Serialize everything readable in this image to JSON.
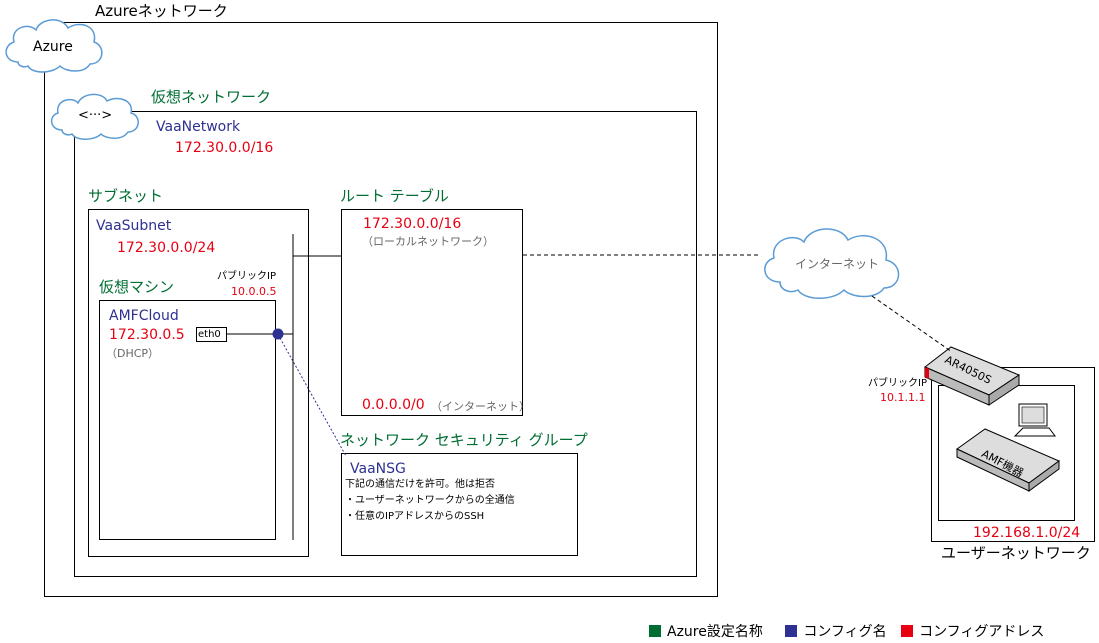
{
  "azure_network": {
    "title": "Azureネットワーク",
    "cloud_label": "Azure"
  },
  "vnet": {
    "heading": "仮想ネットワーク",
    "icon_text": "<···>",
    "name": "VaaNetwork",
    "address": "172.30.0.0/16"
  },
  "subnet": {
    "heading": "サブネット",
    "name": "VaaSubnet",
    "address": "172.30.0.0/24"
  },
  "vm": {
    "heading": "仮想マシン",
    "name": "AMFCloud",
    "address": "172.30.0.5",
    "note": "（DHCP）",
    "nic": "eth0",
    "public_ip_label": "パブリックIP",
    "public_ip": "10.0.0.5"
  },
  "route_table": {
    "heading": "ルート テーブル",
    "route1_prefix": "172.30.0.0/16",
    "route1_note": "（ローカルネットワーク）",
    "route2_prefix": "0.0.0.0/0",
    "route2_note": "（インターネット）"
  },
  "nsg": {
    "heading": "ネットワーク セキュリティ グループ",
    "name": "VaaNSG",
    "lines": [
      "下記の通信だけを許可。他は拒否",
      "・ユーザーネットワークからの全通信",
      "・任意のIPアドレスからのSSH"
    ]
  },
  "internet": {
    "label": "インターネット"
  },
  "router": {
    "model": "AR4050S",
    "public_ip_label": "パブリックIP",
    "public_ip": "10.1.1.1"
  },
  "user_network": {
    "device": "AMF機器",
    "address": "192.168.1.0/24",
    "caption": "ユーザーネットワーク"
  },
  "legend": [
    {
      "label": "Azure設定名称",
      "color": "#006e33"
    },
    {
      "label": "コンフィグ名",
      "color": "#2e3192"
    },
    {
      "label": "コンフィグアドレス",
      "color": "#e60012"
    }
  ]
}
